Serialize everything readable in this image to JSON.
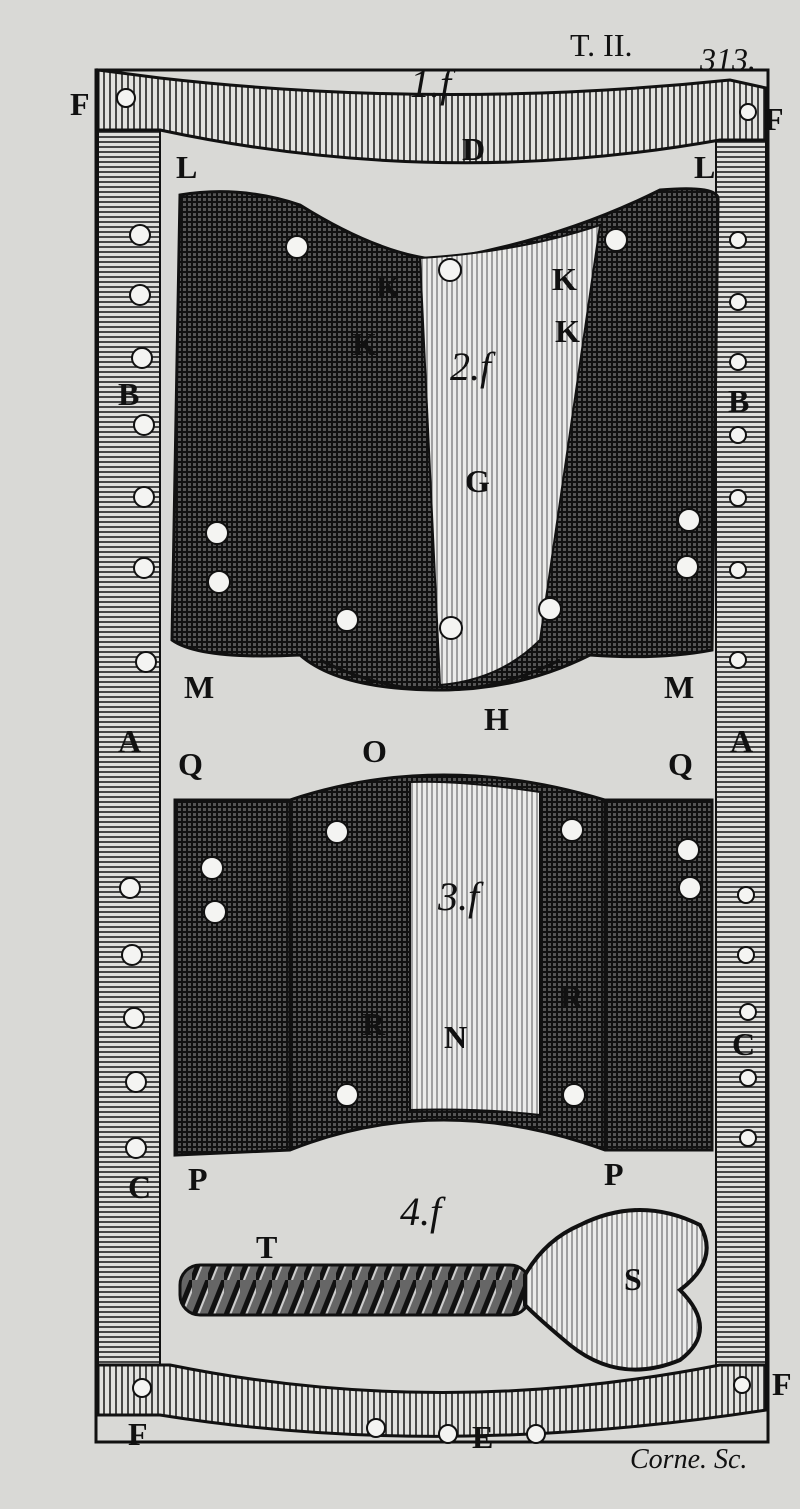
{
  "header": {
    "volume": "T. II.",
    "page": "313."
  },
  "signature": "Corne. Sc.",
  "figures": {
    "fig1": "1.f",
    "fig2": "2.f",
    "fig3": "3.f",
    "fig4": "4.f"
  },
  "labels": {
    "F": "F",
    "D": "D",
    "L": "L",
    "K": "K",
    "G": "G",
    "B": "B",
    "M": "M",
    "H": "H",
    "A": "A",
    "Q": "Q",
    "O": "O",
    "R": "R",
    "N": "N",
    "C": "C",
    "P": "P",
    "T": "T",
    "S": "S",
    "E": "E"
  }
}
